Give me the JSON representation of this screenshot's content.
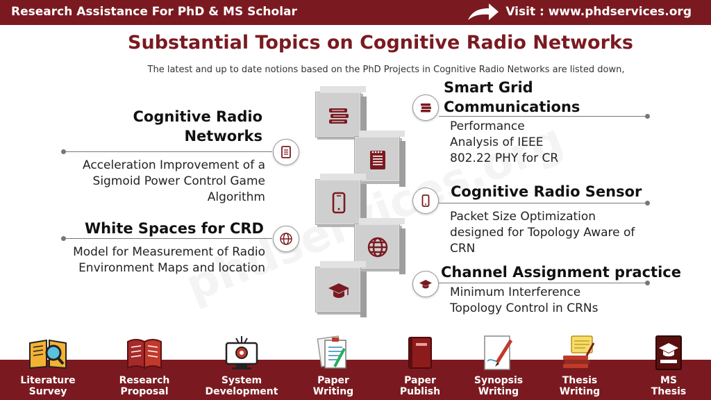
{
  "header": {
    "left_text": "Research Assistance For PhD & MS Scholar",
    "right_text": "Visit : www.phdservices.org"
  },
  "main": {
    "title": "Substantial Topics on Cognitive Radio Networks",
    "subtitle": "The  latest and up to date  notions  based on the  PhD Projects in Cognitive Radio Networks are listed down,",
    "watermark": "phdservices.org"
  },
  "topics": {
    "left": [
      {
        "heading": "Cognitive Radio Networks",
        "description": "Acceleration Improvement of a Sigmoid Power Control Game Algorithm",
        "icon": "notepad-icon"
      },
      {
        "heading": "White Spaces for CRD",
        "description": "Model for Measurement of Radio Environment Maps and location",
        "icon": "globe-icon"
      }
    ],
    "right": [
      {
        "heading": "Smart Grid Communications",
        "description": "Performance Analysis of IEEE 802.22 PHY for CR",
        "icon": "books-icon"
      },
      {
        "heading": "Cognitive Radio Sensor",
        "description": "Packet Size Optimization designed for Topology Aware of CRN",
        "icon": "phone-icon"
      },
      {
        "heading": "Channel Assignment practice",
        "description": "Minimum Interference Topology Control in CRNs",
        "icon": "graduation-cap-icon"
      }
    ]
  },
  "colors": {
    "brand": "#7a1a20",
    "cube": "#cfcfcf"
  },
  "services": [
    {
      "line1": "Literature",
      "line2": "Survey",
      "icon": "literature-survey-icon"
    },
    {
      "line1": "Research",
      "line2": "Proposal",
      "icon": "research-proposal-icon"
    },
    {
      "line1": "System",
      "line2": "Development",
      "icon": "system-development-icon"
    },
    {
      "line1": "Paper",
      "line2": "Writing",
      "icon": "paper-writing-icon"
    },
    {
      "line1": "Paper",
      "line2": "Publish",
      "icon": "paper-publish-icon"
    },
    {
      "line1": "Synopsis",
      "line2": "Writing",
      "icon": "synopsis-writing-icon"
    },
    {
      "line1": "Thesis",
      "line2": "Writing",
      "icon": "thesis-writing-icon"
    },
    {
      "line1": "MS",
      "line2": "Thesis",
      "icon": "ms-thesis-icon"
    }
  ]
}
